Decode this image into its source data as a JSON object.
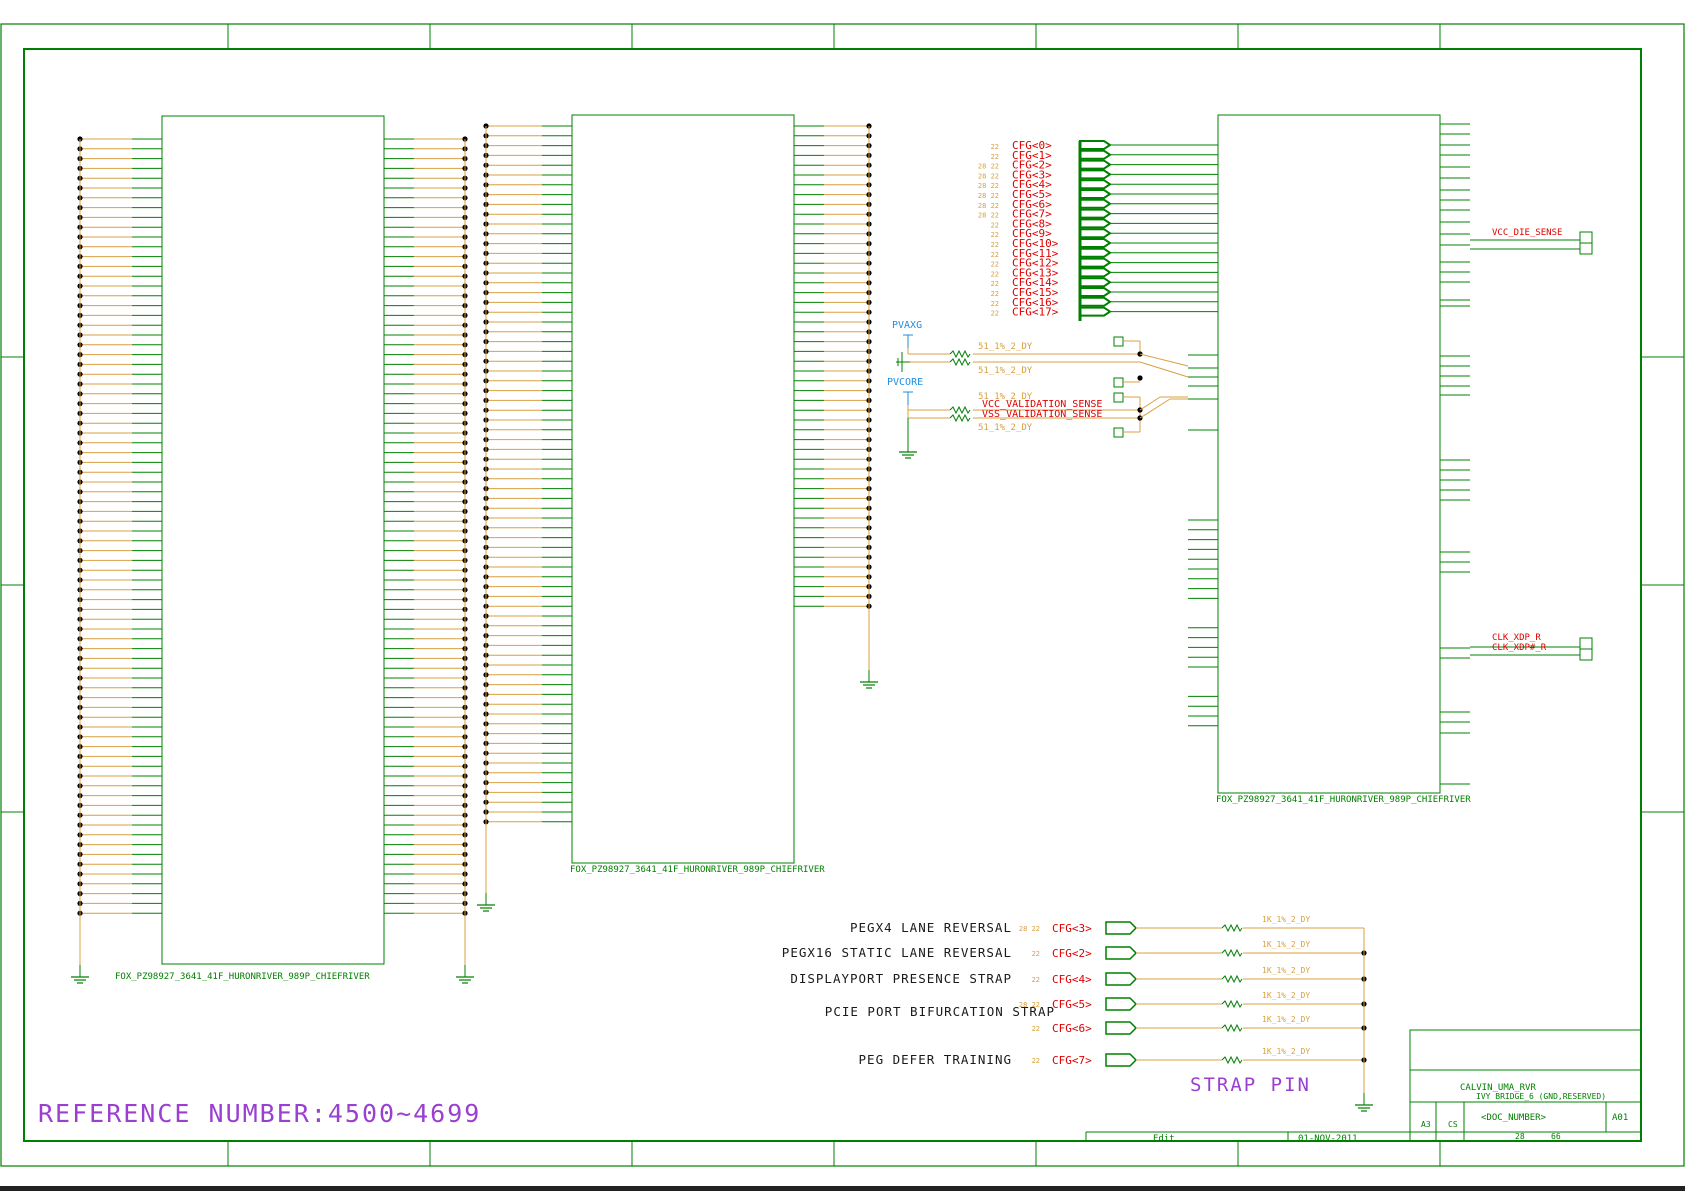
{
  "sheet": {
    "reference": "REFERENCE NUMBER:4500~4699",
    "strap_title": "STRAP PIN"
  },
  "parts": {
    "left": "FOX_PZ98927_3641_41F_HURONRIVER_989P_CHIEFRIVER",
    "middle": "FOX_PZ98927_3641_41F_HURONRIVER_989P_CHIEFRIVER",
    "right": "FOX_PZ98927_3641_41F_HURONRIVER_989P_CHIEFRIVER"
  },
  "cfg_nets": [
    "CFG<0>",
    "CFG<1>",
    "CFG<2>",
    "CFG<3>",
    "CFG<4>",
    "CFG<5>",
    "CFG<6>",
    "CFG<7>",
    "CFG<8>",
    "CFG<9>",
    "CFG<10>",
    "CFG<11>",
    "CFG<12>",
    "CFG<13>",
    "CFG<14>",
    "CFG<15>",
    "CFG<16>",
    "CFG<17>"
  ],
  "cfg_side_tags": [
    "22",
    "22",
    "28 22",
    "28 22",
    "28 22",
    "28 22",
    "28 22",
    "28 22",
    "22",
    "22",
    "22",
    "22",
    "22",
    "22",
    "22",
    "22",
    "22",
    "22"
  ],
  "power": {
    "vaxg": "PVAXG",
    "vcore": "PVCORE"
  },
  "resistors": [
    "51_1%_2_DY",
    "51_1%_2_DY",
    "51_1%_2_DY",
    "51_1%_2_DY"
  ],
  "sense_nets": {
    "vcc_validation": "VCC_VALIDATION_SENSE",
    "vss_validation": "VSS_VALIDATION_SENSE",
    "vcc_die": "VCC_DIE_SENSE",
    "clk_xdp": "CLK_XDP_R",
    "clk_xdp_n": "CLK_XDP#_R"
  },
  "straps": [
    {
      "desc": "PEGX4 LANE REVERSAL",
      "tag": "28 22",
      "net": "CFG<3>",
      "res": "1K_1%_2_DY"
    },
    {
      "desc": "PEGX16 STATIC LANE REVERSAL",
      "tag": "22",
      "net": "CFG<2>",
      "res": "1K_1%_2_DY"
    },
    {
      "desc": "DISPLAYPORT PRESENCE STRAP",
      "tag": "22",
      "net": "CFG<4>",
      "res": "1K_1%_2_DY"
    },
    {
      "desc": "",
      "tag": "28 22",
      "net": "CFG<5>",
      "res": "1K_1%_2_DY"
    },
    {
      "desc": "PCIE PORT BIFURCATION STRAP",
      "tag": "22",
      "net": "CFG<6>",
      "res": "1K_1%_2_DY"
    },
    {
      "desc": "PEG DEFER TRAINING",
      "tag": "22",
      "net": "CFG<7>",
      "res": "1K_1%_2_DY"
    }
  ],
  "title_block": {
    "project": "CALVIN_UMA_RVR",
    "sheet_title": "IVY BRIDGE_6 (GND,RESERVED)",
    "size": "A3",
    "cs": "CS",
    "doc_number": "<DOC_NUMBER>",
    "rev": "A01",
    "edit_label": "Edit",
    "date": "01-NOV-2011",
    "sheet_no": "28",
    "sheet_total": "66"
  },
  "colors": {
    "frame": "#008000",
    "wire": "#d9a040",
    "pin": "#008000",
    "net_label": "#e00000",
    "power_label": "#1e8ee0",
    "ref_text": "#9a40d0",
    "strap_text": "#1a1a1a",
    "junction": "#000000"
  }
}
